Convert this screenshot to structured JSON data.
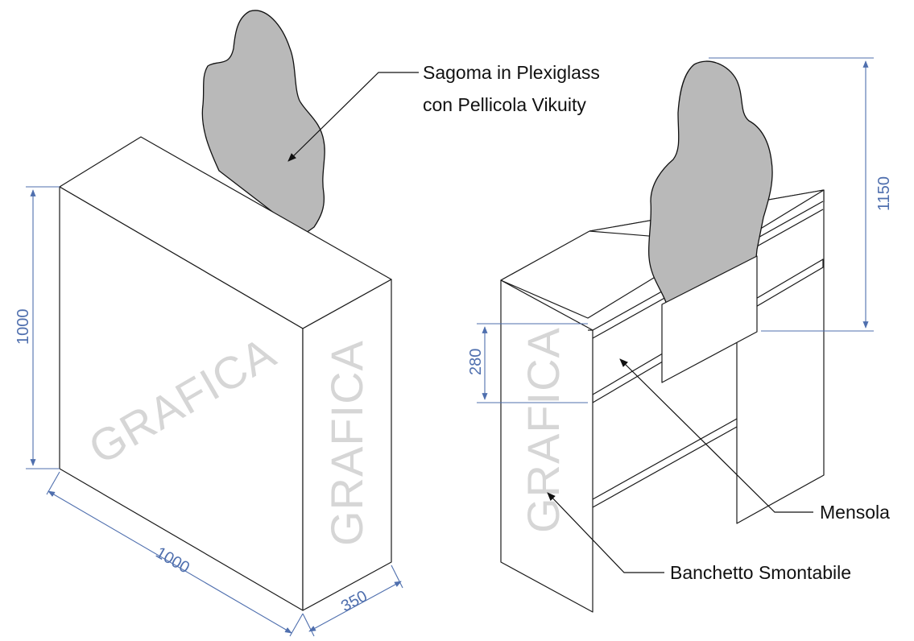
{
  "labels": {
    "sagoma_line1": "Sagoma in Plexiglass",
    "sagoma_line2": "con Pellicola Vikuity",
    "mensola": "Mensola",
    "banchetto": "Banchetto Smontabile"
  },
  "graphics_text": {
    "front": "GRAFICA",
    "side_left": "GRAFICA",
    "side_right": "GRAFICA"
  },
  "dimensions": {
    "height": "1000",
    "width": "1000",
    "depth": "350",
    "shelf_height": "280",
    "total_height": "1150"
  },
  "colors": {
    "dimension": "#4f6fae",
    "grafica_watermark": "#d6d6d6",
    "plexiglass": "#b9b9b9",
    "line": "#1a1a1a"
  }
}
